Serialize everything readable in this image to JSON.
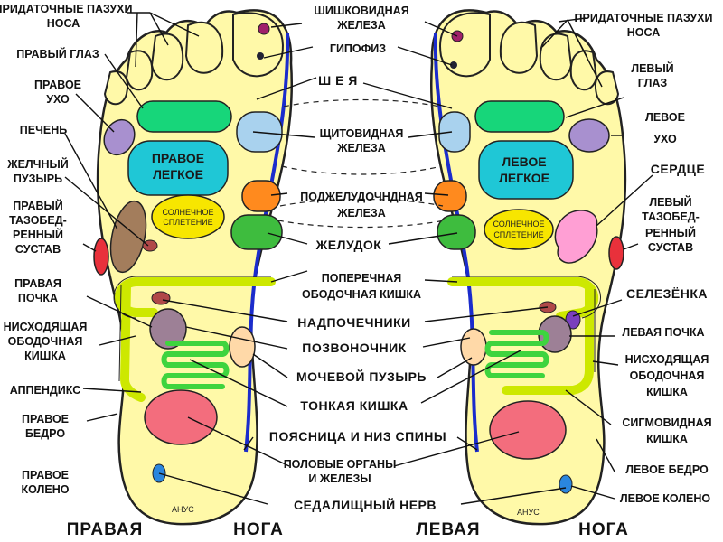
{
  "colors": {
    "foot_fill": "#fff9a8",
    "foot_outline": "#222222",
    "spine_line": "#1b2ccc",
    "lung": "#1fc7d6",
    "green_band": "#17d67a",
    "eye": "#1fd07d",
    "ear": "#a890cf",
    "liver": "#a37d5c",
    "thyroid": "#a9d2ee",
    "pancreas": "#ff8a1e",
    "stomach": "#3ebc3e",
    "solar_plexus": "#f7e600",
    "heart": "#ff9fd4",
    "hip_joint": "#e8313b",
    "kidney": "#9d8096",
    "adrenal": "#b04848",
    "spleen": "#7a3fbd",
    "bladder": "#ffd9a8",
    "colon": "#cde800",
    "small_intestine": "#3ed43e",
    "genitals": "#f36d7d",
    "knee": "#2a86de",
    "pituitary": "#222233",
    "pineal": "#a0206a"
  },
  "labels": {
    "right_sinuses": "ПРИДАТОЧНЫЕ ПАЗУХИ НОСА",
    "right_eye": "ПРАВЫЙ ГЛАЗ",
    "right_ear": "ПРАВОЕ УХО",
    "liver": "ПЕЧЕНЬ",
    "gallbladder": "ЖЕЛЧНЫЙ ПУЗЫРЬ",
    "right_hip": "ПРАВЫЙ ТАЗОБЕД-РЕННЫЙ СУСТАВ",
    "right_kidney": "ПРАВАЯ ПОЧКА",
    "descending_colon_r": "НИСХОДЯЩАЯ ОБОДОЧНАЯ КИШКА",
    "appendix": "АППЕНДИКС",
    "right_thigh": "ПРАВОЕ БЕДРО",
    "right_knee": "ПРАВОЕ КОЛЕНО",
    "pineal": "ШИШКОВИДНАЯ ЖЕЛЕЗА",
    "pituitary": "ГИПОФИЗ",
    "neck": "Ш Е Я",
    "thyroid": "ЩИТОВИДНАЯ ЖЕЛЕЗА",
    "pancreas": "ПОДЖЕЛУДОЧНДНАЯ ЖЕЛЕЗА",
    "stomach": "ЖЕЛУДОК",
    "transverse_colon": "ПОПЕРЕЧНАЯ ОБОДОЧНАЯ КИШКА",
    "adrenals": "НАДПОЧЕЧНИКИ",
    "spine": "ПОЗВОНОЧНИК",
    "bladder": "МОЧЕВОЙ ПУЗЫРЬ",
    "small_intestine": "ТОНКАЯ КИШКА",
    "lower_back": "ПОЯСНИЦА И НИЗ СПИНЫ",
    "genitals": "ПОЛОВЫЕ ОРГАНЫ И ЖЕЛЕЗЫ",
    "sciatic": "СЕДАЛИЩНЫЙ НЕРВ",
    "left_sinuses": "ПРИДАТОЧНЫЕ ПАЗУХИ НОСА",
    "left_eye": "ЛЕВЫЙ ГЛАЗ",
    "left_ear": "ЛЕВОЕ УХО",
    "heart": "СЕРДЦЕ",
    "left_hip": "ЛЕВЫЙ ТАЗОБЕД-РЕННЫЙ СУСТАВ",
    "spleen": "СЕЛЕЗЁНКА",
    "left_kidney": "ЛЕВАЯ ПОЧКА",
    "descending_colon_l": "НИСХОДЯЩАЯ ОБОДОЧНАЯ КИШКА",
    "sigmoid": "СИГМОВИДНАЯ КИШКА",
    "left_thigh": "ЛЕВОЕ БЕДРО",
    "left_knee": "ЛЕВОЕ КОЛЕНО"
  },
  "inside": {
    "right_lung": "ПРАВОЕ ЛЕГКОЕ",
    "left_lung": "ЛЕВОЕ ЛЕГКОЕ",
    "solar_plexus": "СОЛНЕЧНОЕ СПЛЕТЕНИЕ",
    "anus": "АНУС"
  },
  "footer": {
    "right": "ПРАВАЯ",
    "right_leg": "НОГА",
    "left": "ЛЕВАЯ",
    "left_leg": "НОГА"
  }
}
